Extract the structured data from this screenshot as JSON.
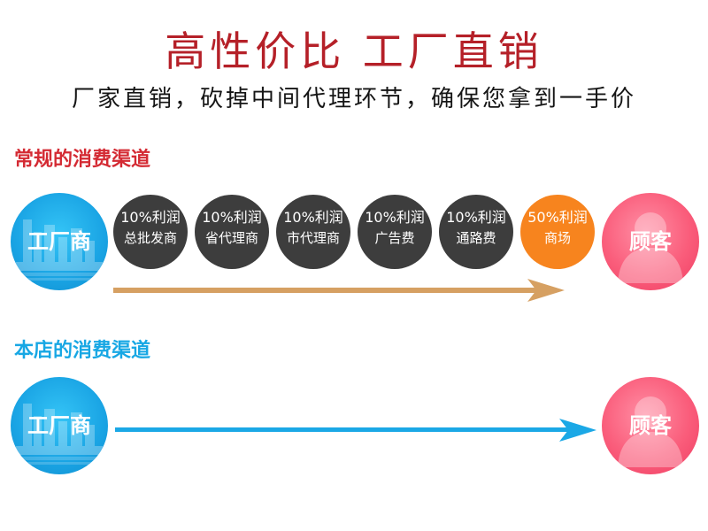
{
  "header": {
    "title": "高性价比 工厂直销",
    "subtitle": "厂家直销，砍掉中间代理环节，确保您拿到一手价"
  },
  "channels": {
    "regular": {
      "label": "常规的消费渠道",
      "factory_label": "工厂商",
      "customer_label": "顾客",
      "nodes": [
        {
          "profit": "10%利润",
          "name": "总批发商"
        },
        {
          "profit": "10%利润",
          "name": "省代理商"
        },
        {
          "profit": "10%利润",
          "name": "市代理商"
        },
        {
          "profit": "10%利润",
          "name": "广告费"
        },
        {
          "profit": "10%利润",
          "name": "通路费"
        },
        {
          "profit": "50%利润",
          "name": "商场"
        }
      ]
    },
    "store": {
      "label": "本店的消费渠道",
      "factory_label": "工厂商",
      "customer_label": "顾客"
    }
  },
  "colors": {
    "title_red": "#b52028",
    "label_red": "#d42a33",
    "label_blue": "#17a7e4",
    "node_dark": "#3d3d3d",
    "node_orange": "#f7841e",
    "arrow_orange": "#d6a062",
    "arrow_blue": "#1ba8e6",
    "factory_blue": "#1aa4e4",
    "customer_pink": "#fa5d7b"
  },
  "icons": {
    "factory": "factory-skyline-icon",
    "customer": "person-silhouette-icon"
  }
}
